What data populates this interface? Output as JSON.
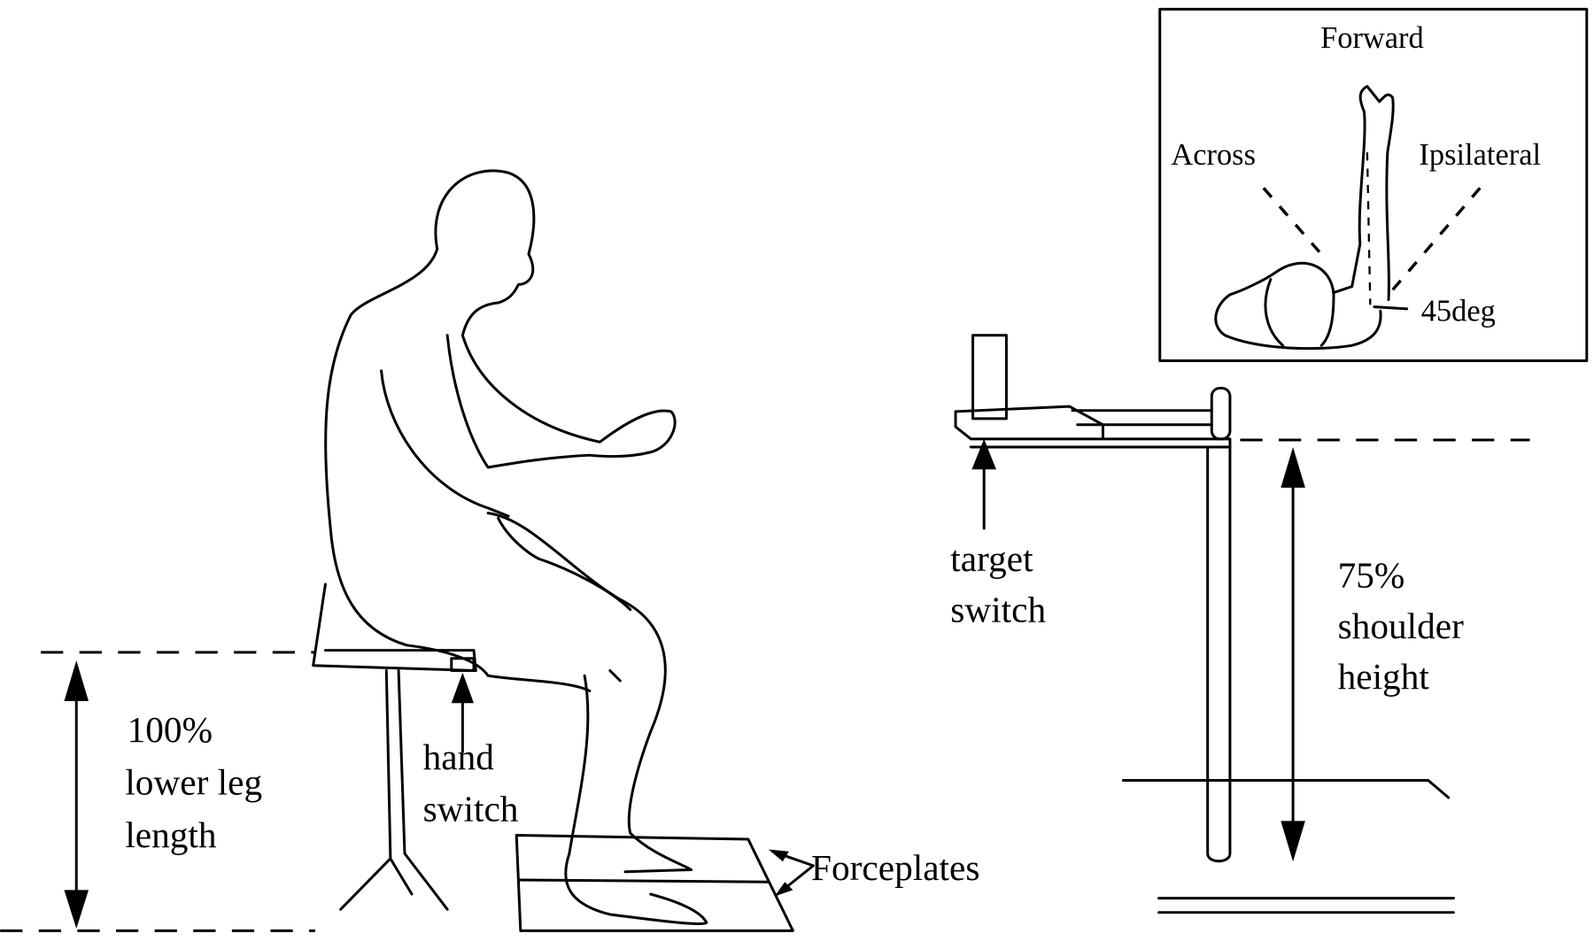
{
  "labels": {
    "lower_leg": [
      "100%",
      "lower leg",
      "length"
    ],
    "hand_switch": [
      "hand",
      "switch"
    ],
    "forceplates": "Forceplates",
    "target_switch": [
      "target",
      "switch"
    ],
    "shoulder": [
      "75%",
      "shoulder",
      "height"
    ]
  },
  "inset": {
    "forward": "Forward",
    "across": "Across",
    "ipsilateral": "Ipsilateral",
    "angle": "45deg"
  }
}
